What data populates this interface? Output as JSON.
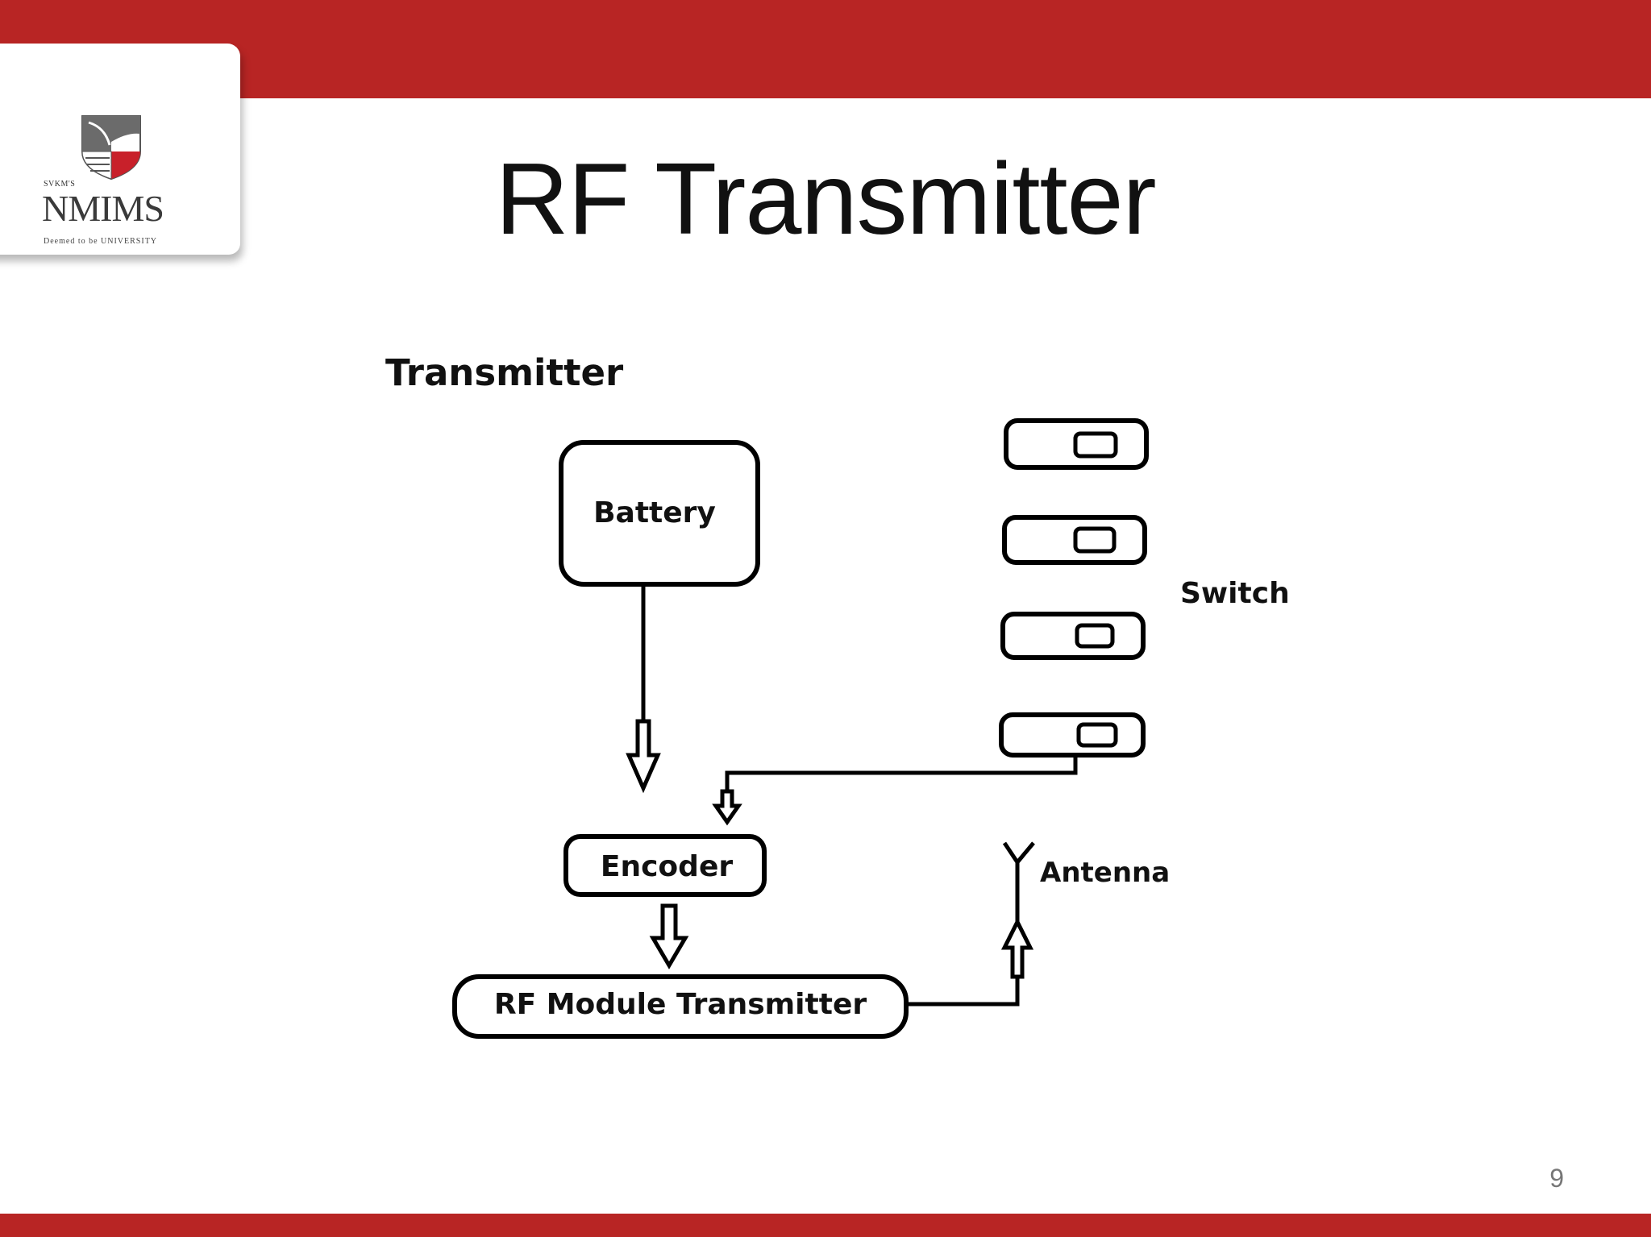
{
  "header": {
    "title": "RF Transmitter",
    "accent_color": "#b82524"
  },
  "logo": {
    "prefix": "SVKM'S",
    "name": "NMIMS",
    "tagline": "Deemed to be UNIVERSITY"
  },
  "diagram": {
    "heading": "Transmitter",
    "nodes": {
      "battery": "Battery",
      "encoder": "Encoder",
      "rf_module": "RF Module Transmitter",
      "switch_label": "Switch",
      "antenna_label": "Antenna"
    },
    "switch_count": 4
  },
  "footer": {
    "page_number": "9"
  }
}
